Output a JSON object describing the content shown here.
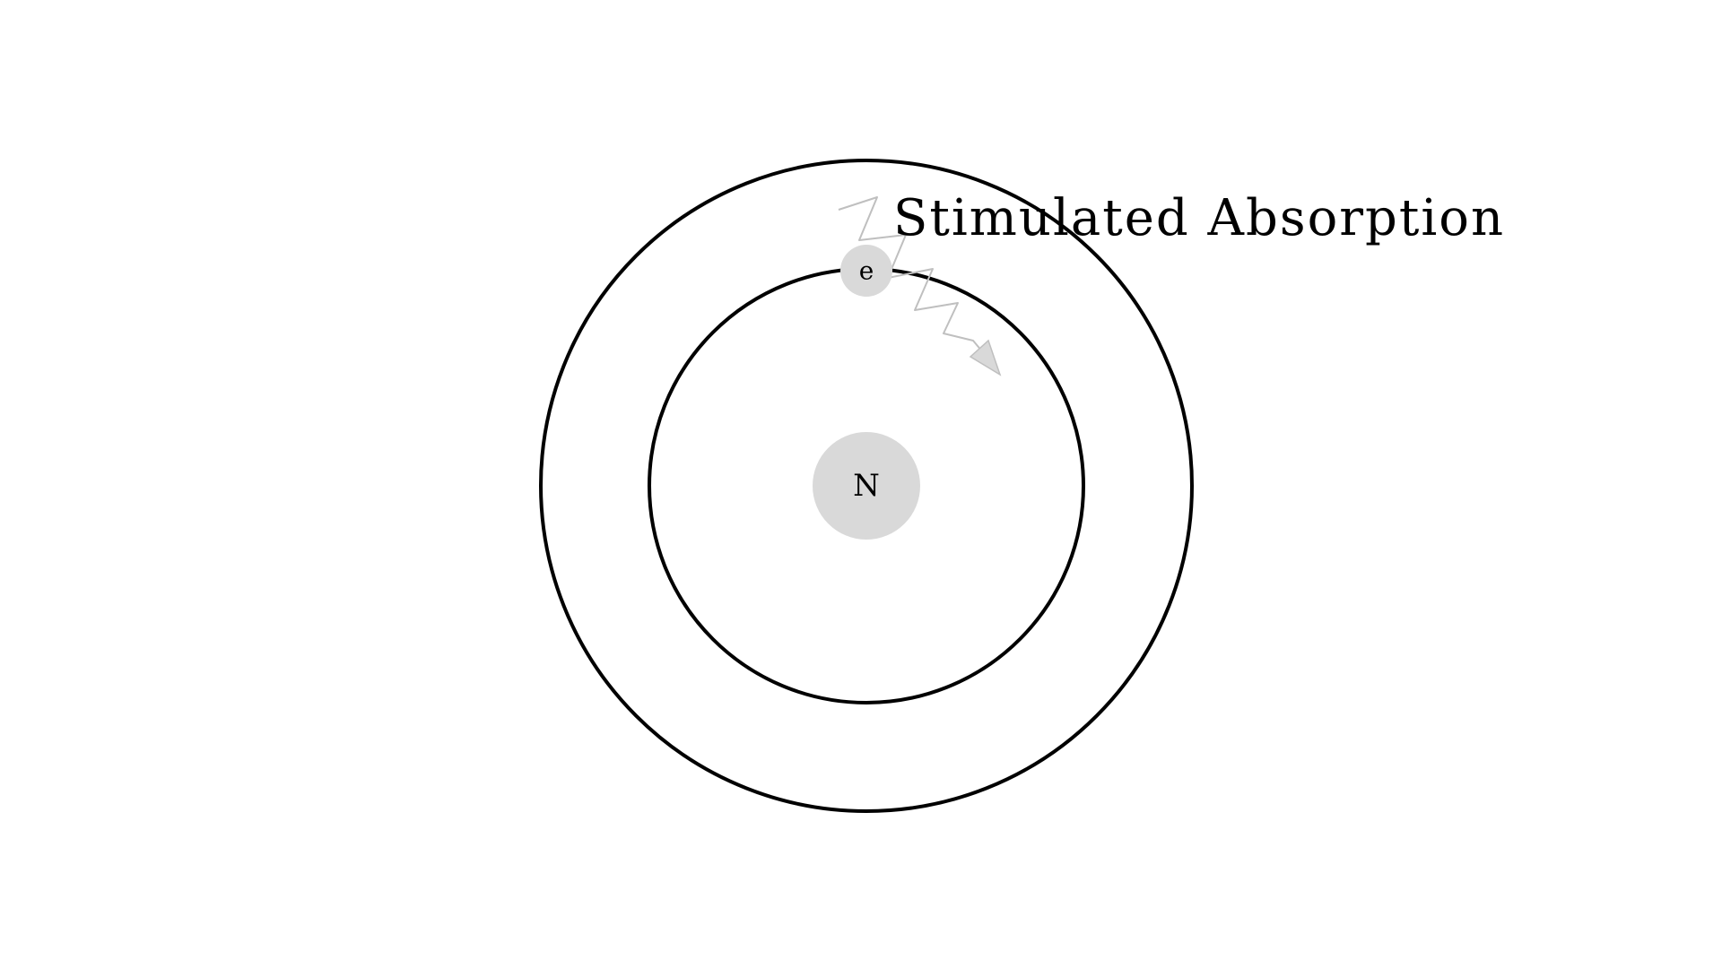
{
  "diagram": {
    "title": "Stimulated Absorption",
    "nucleus": {
      "label": "N"
    },
    "electron": {
      "label": "e"
    },
    "colors": {
      "orbit": "#000000",
      "particle_fill": "#d9d9d9",
      "photon": "#bfbfbf",
      "background": "#ffffff"
    }
  }
}
